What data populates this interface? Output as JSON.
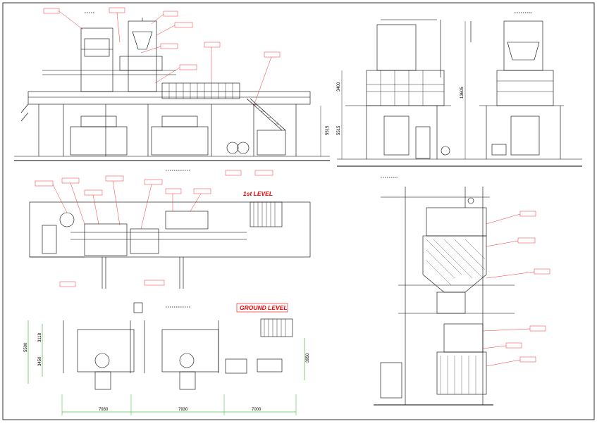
{
  "drawing": {
    "dimensions": {
      "d_3400": "3400",
      "d_13605": "13605",
      "d_5515_a": "5515",
      "d_5515_b": "5515",
      "d_5500": "5500",
      "d_3118": "3118",
      "d_3450": "3450",
      "d_3950": "3950",
      "d_7930_a": "7930",
      "d_7930_b": "7930",
      "d_7000": "7000"
    },
    "levels": {
      "first": "1st LEVEL",
      "ground": "GROUND LEVEL"
    },
    "colors": {
      "line": "#000000",
      "callout": "#e00000",
      "dimension": "#00a000"
    }
  }
}
